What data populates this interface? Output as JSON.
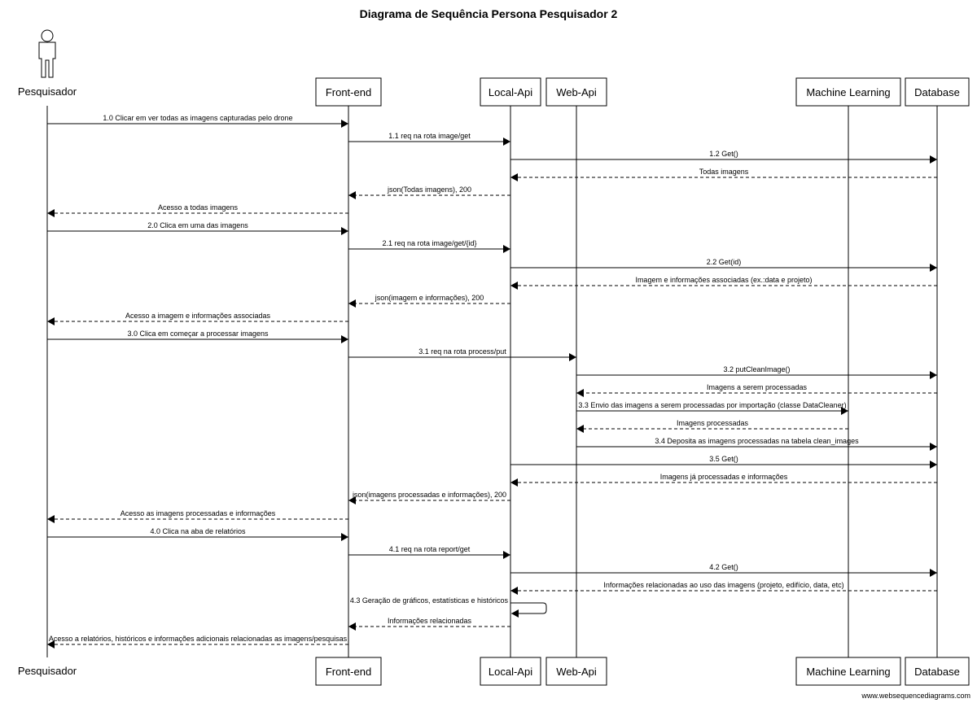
{
  "title": "Diagrama de Sequência Persona Pesquisador 2",
  "footer": "www.websequencediagrams.com",
  "participants": [
    {
      "id": "pesquisador",
      "name": "Pesquisador",
      "kind": "actor"
    },
    {
      "id": "frontend",
      "name": "Front-end",
      "kind": "box"
    },
    {
      "id": "localapi",
      "name": "Local-Api",
      "kind": "box"
    },
    {
      "id": "webapi",
      "name": "Web-Api",
      "kind": "box"
    },
    {
      "id": "ml",
      "name": "Machine Learning",
      "kind": "box"
    },
    {
      "id": "database",
      "name": "Database",
      "kind": "box"
    }
  ],
  "messages": [
    {
      "from": "pesquisador",
      "to": "frontend",
      "label": "1.0 Clicar em ver todas as imagens capturadas pelo drone",
      "style": "solid"
    },
    {
      "from": "frontend",
      "to": "localapi",
      "label": "1.1 req na rota image/get",
      "style": "solid"
    },
    {
      "from": "localapi",
      "to": "database",
      "label": "1.2 Get()",
      "style": "solid"
    },
    {
      "from": "database",
      "to": "localapi",
      "label": "Todas imagens",
      "style": "dashed"
    },
    {
      "from": "localapi",
      "to": "frontend",
      "label": "json(Todas imagens), 200",
      "style": "dashed"
    },
    {
      "from": "frontend",
      "to": "pesquisador",
      "label": "Acesso a todas imagens",
      "style": "dashed"
    },
    {
      "from": "pesquisador",
      "to": "frontend",
      "label": "2.0 Clica em uma das imagens",
      "style": "solid"
    },
    {
      "from": "frontend",
      "to": "localapi",
      "label": "2.1 req na rota image/get/{id}",
      "style": "solid"
    },
    {
      "from": "localapi",
      "to": "database",
      "label": "2.2 Get(id)",
      "style": "solid"
    },
    {
      "from": "database",
      "to": "localapi",
      "label": "Imagem e informações associadas (ex.:data e projeto)",
      "style": "dashed"
    },
    {
      "from": "localapi",
      "to": "frontend",
      "label": "json(imagem e informações), 200",
      "style": "dashed"
    },
    {
      "from": "frontend",
      "to": "pesquisador",
      "label": "Acesso a imagem e informações associadas",
      "style": "dashed"
    },
    {
      "from": "pesquisador",
      "to": "frontend",
      "label": "3.0 Clica em começar a processar imagens",
      "style": "solid"
    },
    {
      "from": "frontend",
      "to": "webapi",
      "label": "3.1 req na rota process/put",
      "style": "solid"
    },
    {
      "from": "webapi",
      "to": "database",
      "label": "3.2  putCleanImage()",
      "style": "solid"
    },
    {
      "from": "database",
      "to": "webapi",
      "label": "Imagens a serem processadas",
      "style": "dashed"
    },
    {
      "from": "webapi",
      "to": "ml",
      "label": "3.3 Envio das imagens a serem processadas por importação (classe DataCleaner)",
      "style": "solid"
    },
    {
      "from": "ml",
      "to": "webapi",
      "label": "Imagens processadas",
      "style": "dashed"
    },
    {
      "from": "webapi",
      "to": "database",
      "label": "3.4 Deposita as imagens processadas na tabela clean_images",
      "style": "solid"
    },
    {
      "from": "localapi",
      "to": "database",
      "label": "3.5 Get()",
      "style": "solid"
    },
    {
      "from": "database",
      "to": "localapi",
      "label": "Imagens já processadas e informações",
      "style": "dashed"
    },
    {
      "from": "localapi",
      "to": "frontend",
      "label": "json(imagens processadas e informações), 200",
      "style": "dashed"
    },
    {
      "from": "frontend",
      "to": "pesquisador",
      "label": "Acesso as imagens processadas e informações",
      "style": "dashed"
    },
    {
      "from": "pesquisador",
      "to": "frontend",
      "label": "4.0 Clica na aba de relatórios",
      "style": "solid"
    },
    {
      "from": "frontend",
      "to": "localapi",
      "label": "4.1 req na rota report/get",
      "style": "solid"
    },
    {
      "from": "localapi",
      "to": "database",
      "label": "4.2 Get()",
      "style": "solid"
    },
    {
      "from": "database",
      "to": "localapi",
      "label": "Informações relacionadas ao uso das imagens (projeto, edifício, data, etc)",
      "style": "dashed"
    },
    {
      "from": "localapi",
      "to": "localapi",
      "label": "4.3 Geração de gráficos, estatísticas e históricos",
      "style": "solid"
    },
    {
      "from": "localapi",
      "to": "frontend",
      "label": "Informações relacionadas",
      "style": "dashed"
    },
    {
      "from": "frontend",
      "to": "pesquisador",
      "label": "Acesso a relatórios, históricos e informações adicionais relacionadas as imagens/pesquisas",
      "style": "dashed"
    }
  ]
}
